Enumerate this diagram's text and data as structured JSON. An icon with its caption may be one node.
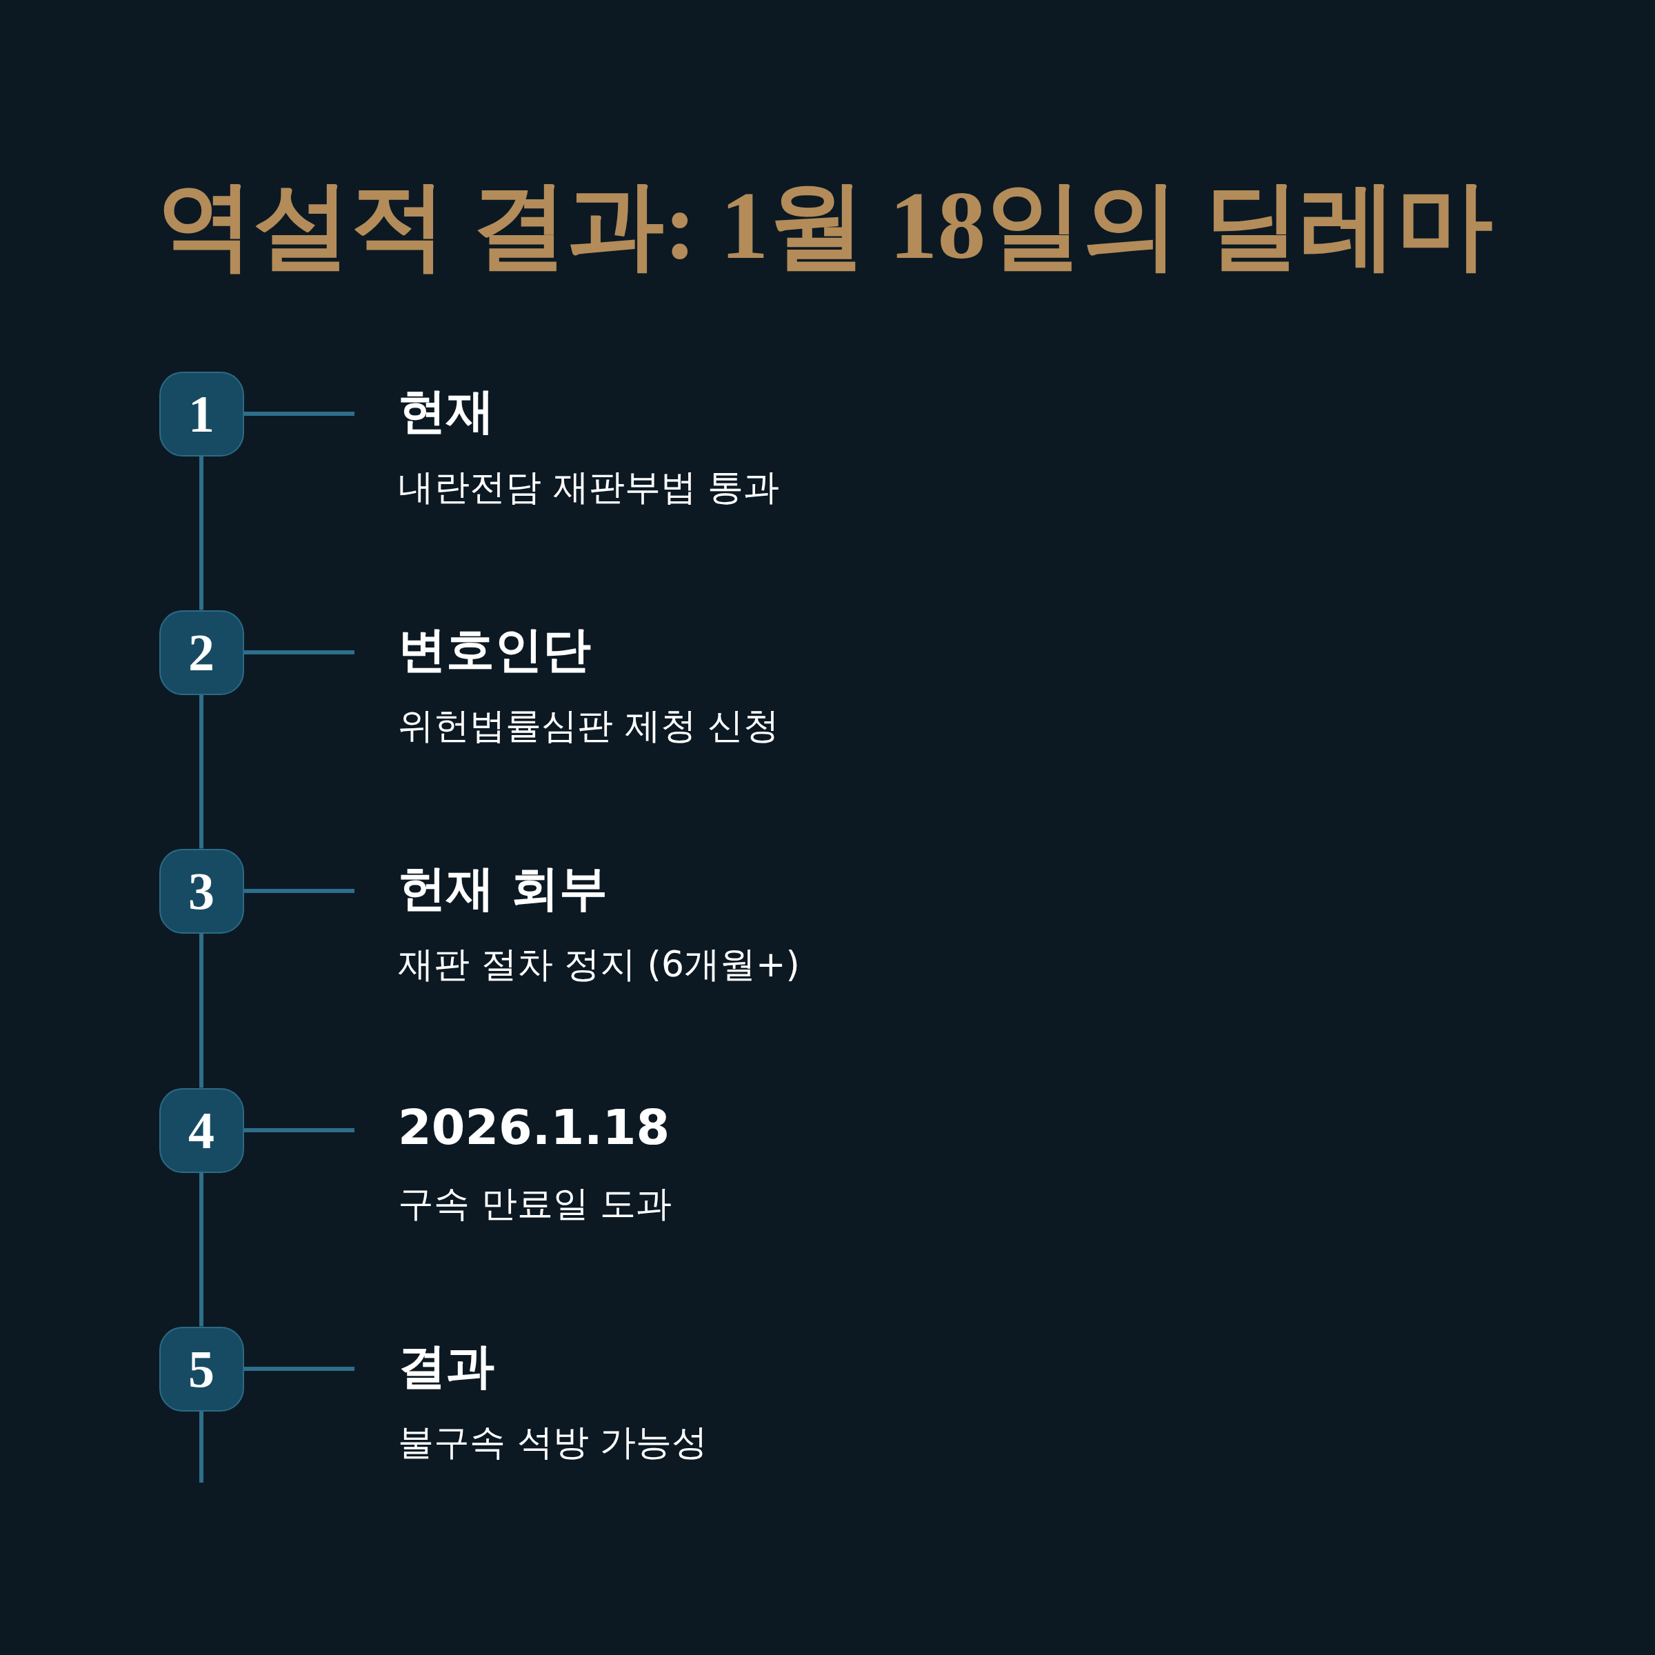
{
  "diagram": {
    "title": "역설적 결과: 1월 18일의 딜레마",
    "nodes": [
      {
        "text": [
          "1"
        ]
      },
      {
        "text": [
          "현재",
          "내란전담 재판부법 통과"
        ]
      },
      {
        "text": [
          "2"
        ]
      },
      {
        "text": [
          "변호인단",
          "위헌법률심판 제청 신청"
        ]
      },
      {
        "text": [
          "3"
        ]
      },
      {
        "text": [
          "헌재 회부",
          "재판 절차 정지 (6개월+)"
        ]
      },
      {
        "text": [
          "4"
        ]
      },
      {
        "text": [
          "2026.1.18",
          "구속 만료일 도과"
        ]
      },
      {
        "text": [
          "5"
        ]
      },
      {
        "text": [
          "결과",
          "불구속 석방 가능성"
        ]
      }
    ],
    "edges": [
      {
        "from": 0,
        "to": 1,
        "arrow": "none"
      },
      {
        "from": 0,
        "to": 2,
        "arrow": "none"
      },
      {
        "from": 2,
        "to": 3,
        "arrow": "none"
      },
      {
        "from": 2,
        "to": 4,
        "arrow": "none"
      },
      {
        "from": 4,
        "to": 5,
        "arrow": "none"
      },
      {
        "from": 4,
        "to": 6,
        "arrow": "none"
      },
      {
        "from": 6,
        "to": 7,
        "arrow": "none"
      },
      {
        "from": 6,
        "to": 8,
        "arrow": "none"
      },
      {
        "from": 8,
        "to": 9,
        "arrow": "none"
      },
      {
        "from": 8,
        "to": null,
        "arrow": "none"
      }
    ]
  }
}
